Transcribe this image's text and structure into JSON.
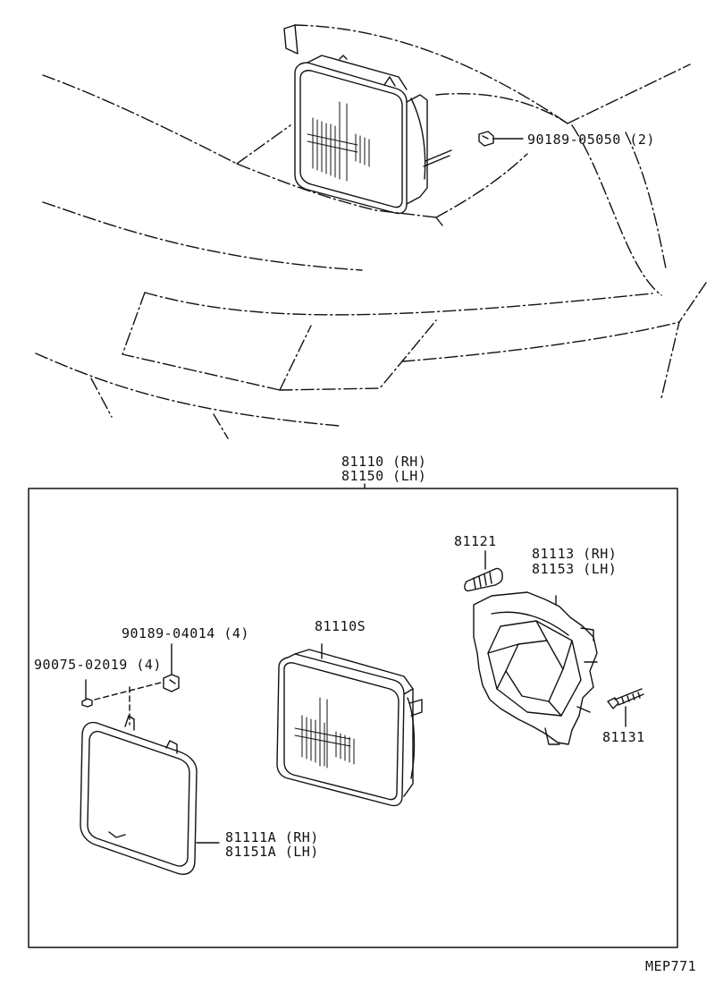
{
  "colors": {
    "ink": "#111111",
    "paper": "#ffffff"
  },
  "labels": {
    "clip_top": "90189-05050 (2)",
    "assy_rh": "81110 (RH)",
    "assy_lh": "81150 (LH)",
    "socket": "81121",
    "housing_rh": "81113 (RH)",
    "housing_lh": "81153 (LH)",
    "clip_bottom": "90189-04014 (4)",
    "screw": "90075-02019 (4)",
    "sealed_beam": "81110S",
    "adjust_screw": "81131",
    "ring_rh": "81111A (RH)",
    "ring_lh": "81151A (LH)",
    "figure_code": "MEP771"
  },
  "icons": [
    "headlamp-icon",
    "clip-icon",
    "screw-icon",
    "retaining-ring-icon",
    "housing-icon",
    "bulb-socket-icon"
  ]
}
